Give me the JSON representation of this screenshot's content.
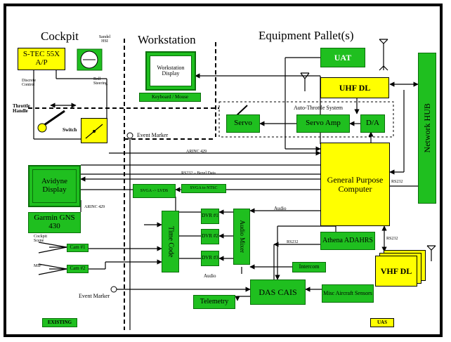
{
  "headers": {
    "cockpit": "Cockpit",
    "workstation": "Workstation",
    "equipment": "Equipment Pallet(s)"
  },
  "boxes": {
    "stec": "S-TEC 55X A/P",
    "sandel": "Sandel HSI",
    "workstation_display": "Workstation Display",
    "keyboard_mouse": "Keyboard / Mouse",
    "uat": "UAT",
    "uhf": "UHF DL",
    "network_hub": "Network HUB",
    "servo": "Servo",
    "servo_amp": "Servo Amp",
    "da": "D/A",
    "gpc": "General Purpose Computer",
    "avidyne": "Avidyne Display",
    "garmin": "Garmin GNS 430",
    "svga_lvds": "SVGA -> LVDS",
    "svga_ntsc": "SVGA to NTSC",
    "timecode": "Time Code",
    "dvr1": "DVR #1",
    "dvr2": "DVR #2",
    "dvr3": "DVR #3",
    "audio_mixer": "Audio Mixer",
    "athena": "Athena ADAHRS",
    "vhf": "VHF DL",
    "cam1": "Cam #1",
    "cam2": "Cam #2",
    "intercom": "Intercom",
    "das_cais": "DAS CAIS",
    "telemetry": "Telemetry",
    "misc": "Misc Aircraft Sensors",
    "switch": "Switch"
  },
  "labels": {
    "discrete_control": "Discrete Control",
    "roll_steering": "Roll Steering",
    "throttle_handle": "Throttle Handle",
    "auto_throttle": "Auto-Throttle System",
    "event_marker_top": "Event Marker",
    "event_marker_bottom": "Event Marker",
    "arinc429_a": "ARINC 429",
    "arinc429_b": "ARINC 429",
    "rs232_bezel": "RS232 – Bezel Data",
    "rs232_hub": "RS232",
    "rs232_athena": "RS232",
    "rs232_vhf": "RS232",
    "audio_a": "Audio",
    "audio_b": "Audio",
    "cockpit_scene": "Cockpit Scene",
    "mip": "MIP"
  },
  "legend": {
    "existing": "EXISTING",
    "uas": "UAS"
  },
  "colors": {
    "existing": "#1fbf1f",
    "uas": "#ffff00"
  }
}
